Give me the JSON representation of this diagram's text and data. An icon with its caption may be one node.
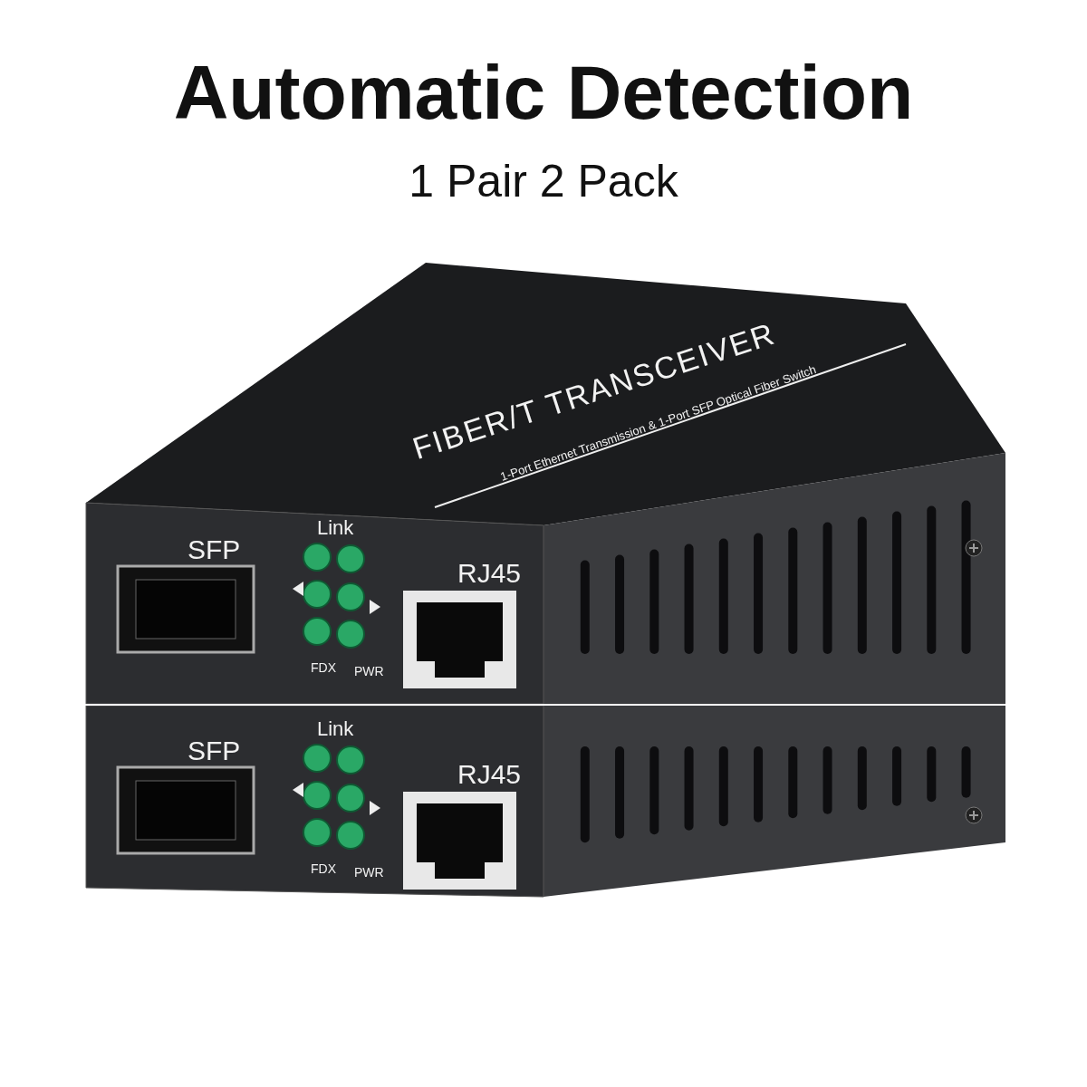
{
  "diagram": {
    "title": "Automatic Detection",
    "nodes": [
      {
        "text": [
          "FIBER/T TRANSCEIVER",
          "1-Port Ethernet Transmission & 1-Port SFP Optical Fiber Switch",
          "SFP",
          "Link",
          "FDX",
          "PWR",
          "RJ45"
        ]
      },
      {
        "text": [
          "SFP",
          "Link",
          "FDX",
          "PWR",
          "RJ45"
        ]
      }
    ],
    "labels": [
      "1 Pair 2 Pack"
    ]
  }
}
